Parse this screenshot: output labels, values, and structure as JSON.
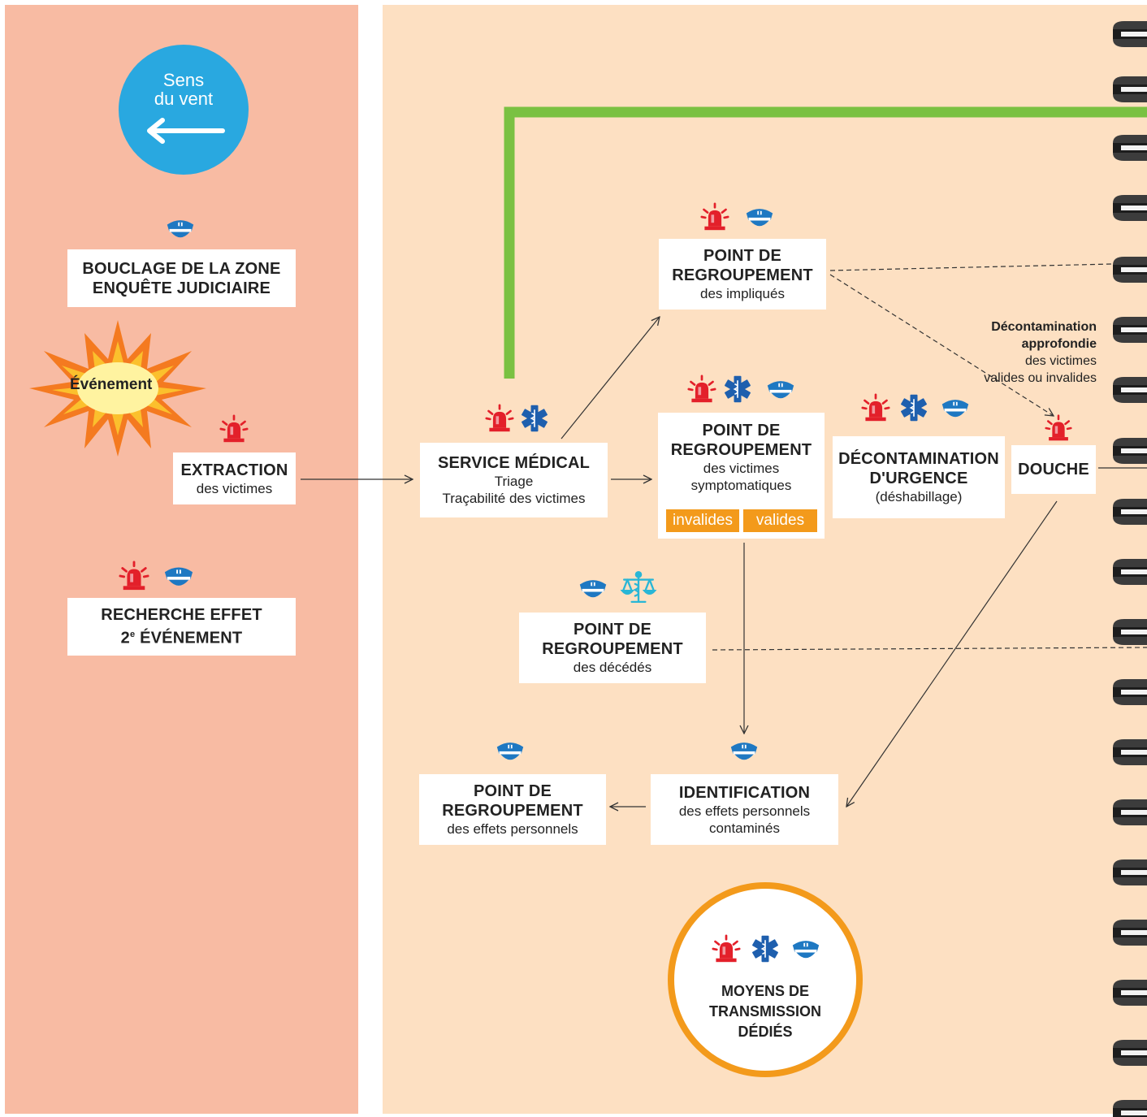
{
  "wind": {
    "line1": "Sens",
    "line2": "du vent"
  },
  "event": {
    "label": "Événement"
  },
  "nodes": {
    "bouclage": {
      "title1": "BOUCLAGE DE LA ZONE",
      "title2": "ENQUÊTE JUDICIAIRE"
    },
    "extraction": {
      "title": "EXTRACTION",
      "sub": "des victimes"
    },
    "recherche": {
      "title1": "RECHERCHE EFFET",
      "title2_pre": "2",
      "title2_sup": "e",
      "title2_post": " ÉVÉNEMENT"
    },
    "service_medical": {
      "title": "SERVICE MÉDICAL",
      "sub1": "Triage",
      "sub2": "Traçabilité des victimes"
    },
    "pr_impliques": {
      "title1": "POINT DE",
      "title2": "REGROUPEMENT",
      "sub": "des impliqués"
    },
    "pr_victimes": {
      "title1": "POINT DE",
      "title2": "REGROUPEMENT",
      "sub1": "des victimes",
      "sub2": "symptomatiques",
      "tag_left": "invalides",
      "tag_right": "valides"
    },
    "decon_urgence": {
      "title1": "DÉCONTAMINATION",
      "title2": "D'URGENCE",
      "sub": "(déshabillage)"
    },
    "douche": {
      "title": "DOUCHE"
    },
    "pr_decedes": {
      "title1": "POINT DE",
      "title2": "REGROUPEMENT",
      "sub": "des décédés"
    },
    "pr_effets": {
      "title1": "POINT DE",
      "title2": "REGROUPEMENT",
      "sub": "des effets personnels"
    },
    "identification": {
      "title": "IDENTIFICATION",
      "sub1": "des effets personnels",
      "sub2": "contaminés"
    }
  },
  "decontamination_label": {
    "bold1": "Décontamination",
    "bold2": "approfondie",
    "line3": "des victimes",
    "line4": "valides ou invalides"
  },
  "transmission": {
    "line1": "MOYENS DE",
    "line2": "TRANSMISSION",
    "line3": "DÉDIÉS"
  },
  "colors": {
    "left_zone": "#f8bba3",
    "right_zone": "#fde0c2",
    "wind": "#29a8e0",
    "green_line": "#7ac142",
    "orange": "#f39a1b",
    "siren": "#e3202a",
    "police": "#1e78c2",
    "medical": "#1e5fae",
    "justice": "#29b6d6"
  },
  "icons": [
    "siren-icon",
    "police-cap-icon",
    "star-of-life-icon",
    "scales-of-justice-icon",
    "explosion-icon",
    "left-arrow-icon",
    "spiral-binding-icon"
  ]
}
